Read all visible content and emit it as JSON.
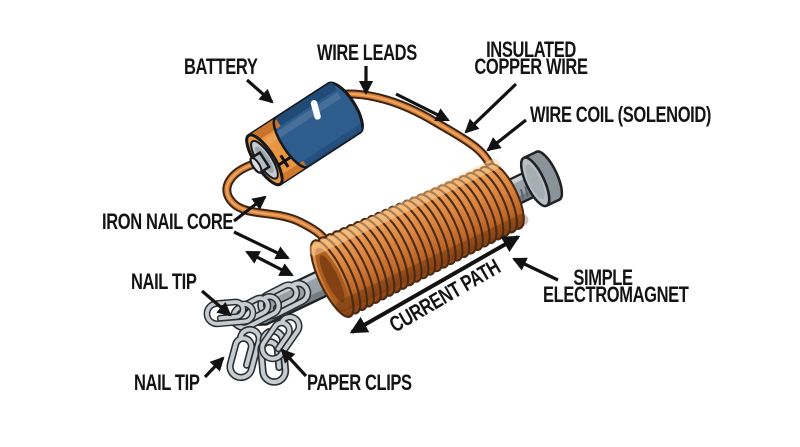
{
  "figure": {
    "type": "educational-diagram",
    "subject": "Simple electromagnet: battery connected by insulated copper wire coiled around an iron nail, attracting paper clips",
    "background_color": "#ffffff"
  },
  "labels": {
    "battery": "BATTERY",
    "wire_leads": "WIRE LEADS",
    "insulated_copper_wire": [
      "INSULATED",
      "COPPER WIRE"
    ],
    "wire_coil_solenoid": "WIRE COIL (SOLENOID)",
    "iron_nail_core": "IRON NAIL CORE",
    "nail_tip_upper": "NAIL TIP",
    "nail_tip_lower": "NAIL TIP",
    "paper_clips": "PAPER CLIPS",
    "current_path": "CURRENT PATH",
    "simple_electromagnet": [
      "SIMPLE",
      "ELECTROMAGNET"
    ],
    "battery_plus": "+"
  },
  "diagram": {
    "coil_turns": 26,
    "paper_clip_count": 6,
    "colors": {
      "copper_wire": "#D9823C",
      "copper_outline": "#4A2B12",
      "copper_highlight": "#F0A65F",
      "battery_orange": "#E8953F",
      "battery_blue": "#2E5C8D",
      "metal_gray": "#99A1A8",
      "metal_light": "#C9CFD4",
      "metal_dark": "#6F777F",
      "outline": "#1F2327",
      "label_text": "#141414",
      "arrow": "#121212"
    }
  }
}
